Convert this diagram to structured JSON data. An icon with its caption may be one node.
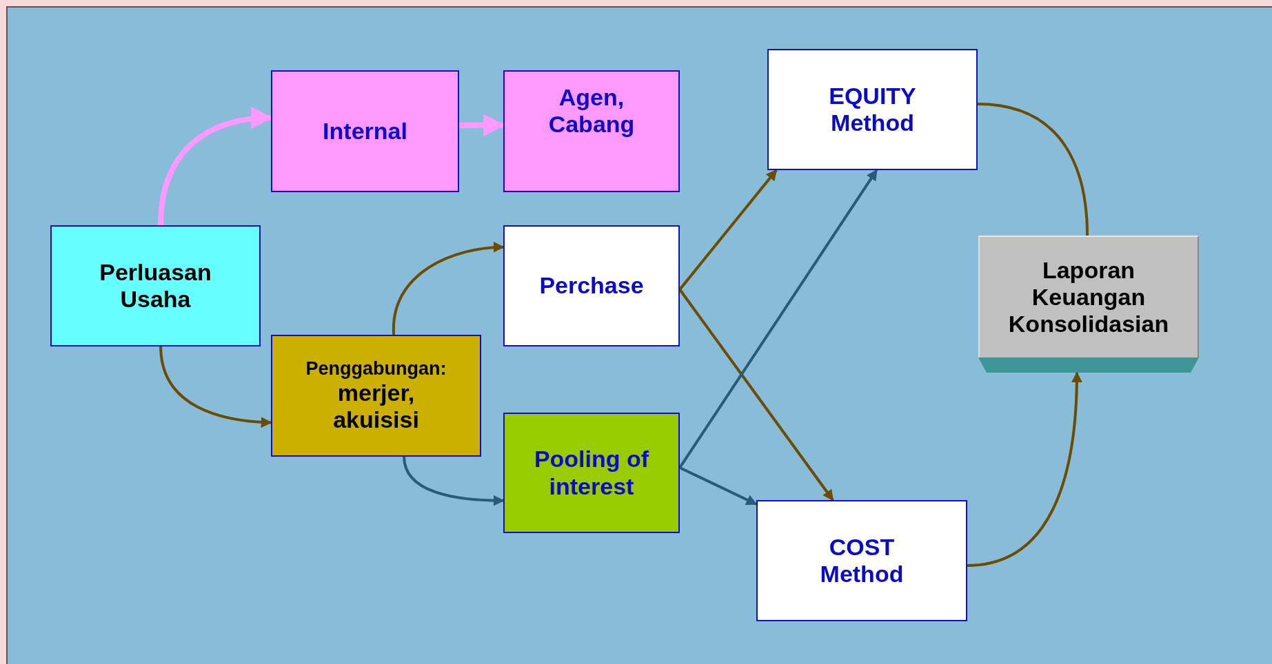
{
  "diagram": {
    "nodes": [
      {
        "text": [
          "Perluasan Usaha"
        ]
      },
      {
        "text": [
          "Internal"
        ]
      },
      {
        "text": [
          "Agen, Cabang"
        ]
      },
      {
        "text": [
          "Penggabungan:",
          "merjer, akuisisi"
        ]
      },
      {
        "text": [
          "Perchase"
        ]
      },
      {
        "text": [
          "Pooling of interest"
        ]
      },
      {
        "text": [
          "EQUITY Method"
        ]
      },
      {
        "text": [
          "COST Method"
        ]
      },
      {
        "text": [
          "Laporan Keuangan Konsolidasian"
        ]
      }
    ],
    "edges": [
      {
        "from": 0,
        "to": 1,
        "arrow": "to",
        "style": "thick",
        "color": "#ff99ff"
      },
      {
        "from": 1,
        "to": 2,
        "arrow": "to",
        "style": "thick",
        "color": "#ff99ff"
      },
      {
        "from": 0,
        "to": 3,
        "arrow": "to"
      },
      {
        "from": 3,
        "to": 4,
        "arrow": "to"
      },
      {
        "from": 3,
        "to": 5,
        "arrow": "to",
        "color": "#2a5a78"
      },
      {
        "from": 4,
        "to": 6,
        "arrow": "to"
      },
      {
        "from": 4,
        "to": 7,
        "arrow": "to"
      },
      {
        "from": 5,
        "to": 6,
        "arrow": "to",
        "color": "#2a5a78"
      },
      {
        "from": 5,
        "to": 7,
        "arrow": "to",
        "color": "#2a5a78"
      },
      {
        "from": 6,
        "to": 8,
        "arrow": "none"
      },
      {
        "from": 7,
        "to": 8,
        "arrow": "to"
      }
    ]
  }
}
